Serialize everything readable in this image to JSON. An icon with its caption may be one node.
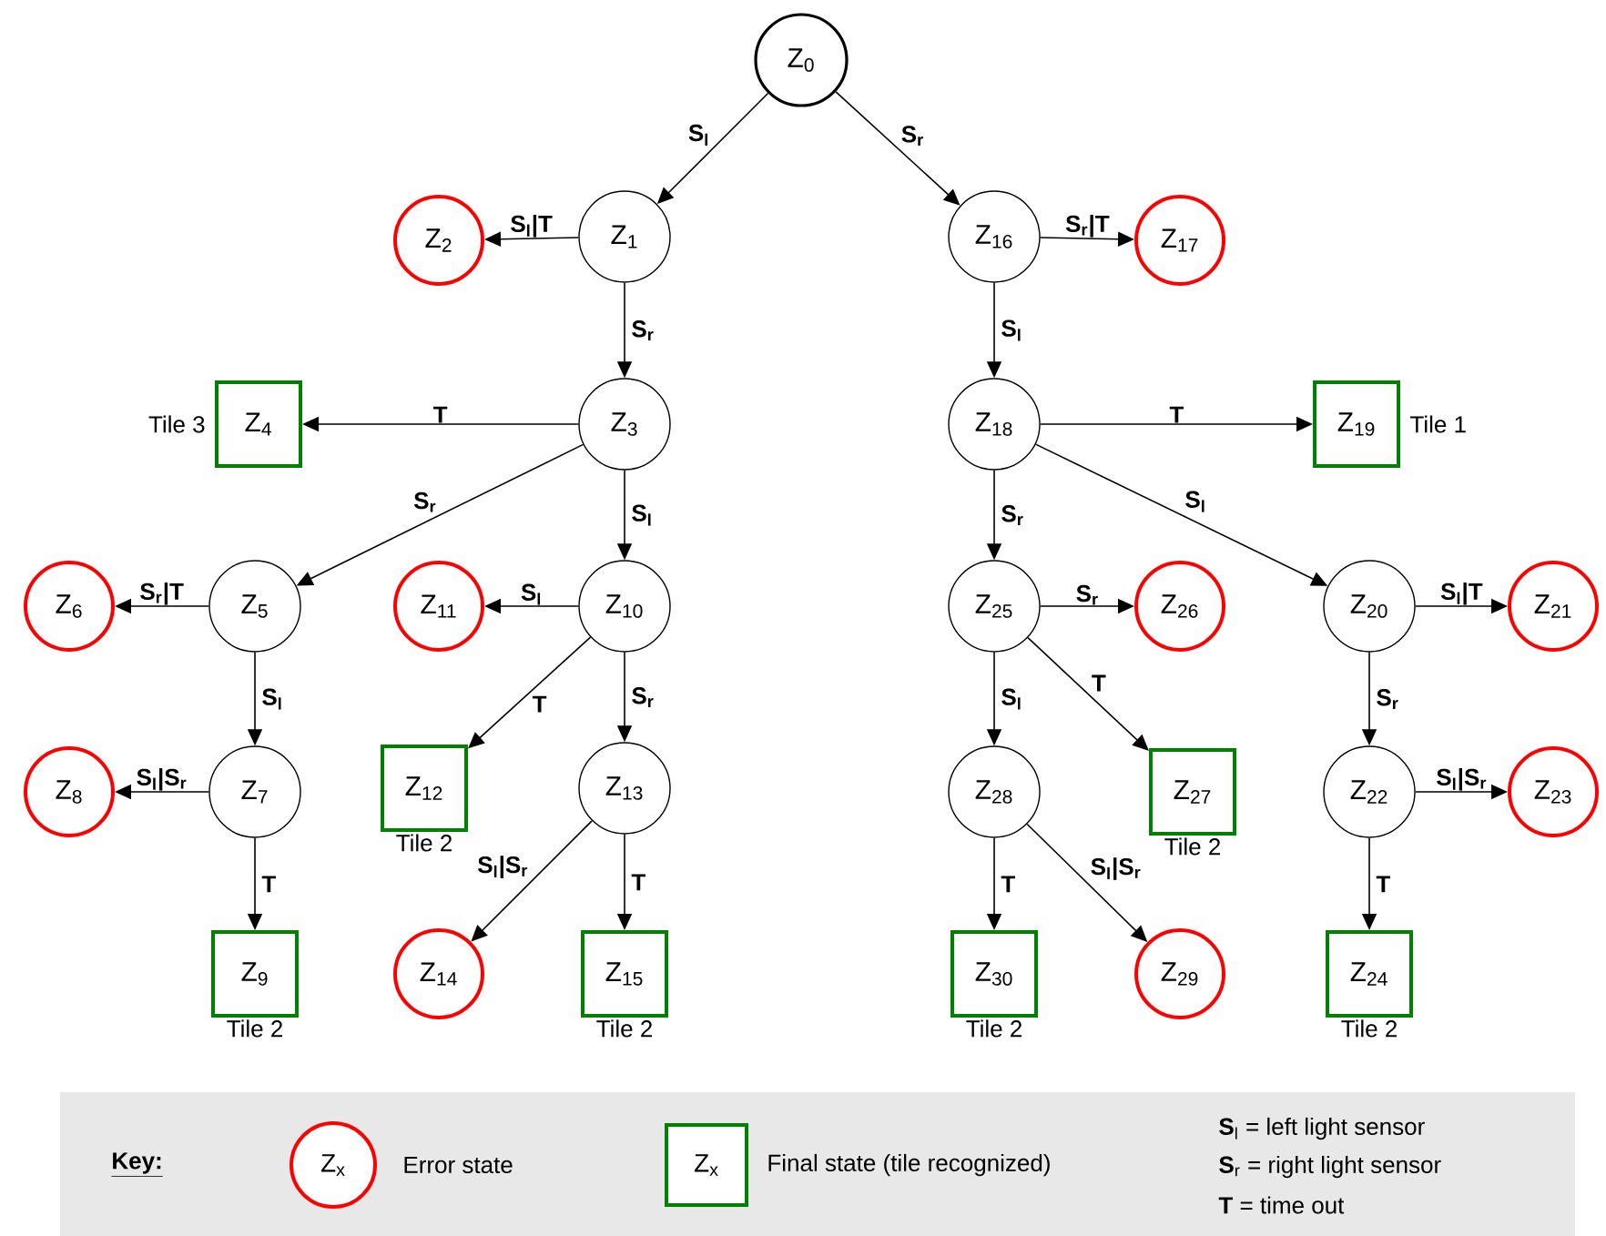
{
  "diagram": {
    "nodes": [
      {
        "text": [
          "Z$_{0}$"
        ]
      },
      {
        "text": [
          "Z$_{1}$"
        ]
      },
      {
        "text": [
          "Z$_{2}$"
        ]
      },
      {
        "text": [
          "Z$_{3}$"
        ]
      },
      {
        "text": [
          "Z$_{4}$"
        ],
        "beside": [
          "Tile 3"
        ]
      },
      {
        "text": [
          "Z$_{5}$"
        ]
      },
      {
        "text": [
          "Z$_{6}$"
        ]
      },
      {
        "text": [
          "Z$_{7}$"
        ]
      },
      {
        "text": [
          "Z$_{8}$"
        ]
      },
      {
        "text": [
          "Z$_{9}$"
        ],
        "beside": [
          "Tile 2"
        ]
      },
      {
        "text": [
          "Z$_{10}$"
        ]
      },
      {
        "text": [
          "Z$_{11}$"
        ]
      },
      {
        "text": [
          "Z$_{12}$"
        ],
        "beside": [
          "Tile 2"
        ]
      },
      {
        "text": [
          "Z$_{13}$"
        ]
      },
      {
        "text": [
          "Z$_{14}$"
        ]
      },
      {
        "text": [
          "Z$_{15}$"
        ],
        "beside": [
          "Tile 2"
        ]
      },
      {
        "text": [
          "Z$_{16}$"
        ]
      },
      {
        "text": [
          "Z$_{17}$"
        ]
      },
      {
        "text": [
          "Z$_{18}$"
        ]
      },
      {
        "text": [
          "Z$_{19}$"
        ],
        "beside": [
          "Tile 1"
        ]
      },
      {
        "text": [
          "Z$_{20}$"
        ]
      },
      {
        "text": [
          "Z$_{21}$"
        ]
      },
      {
        "text": [
          "Z$_{22}$"
        ]
      },
      {
        "text": [
          "Z$_{23}$"
        ]
      },
      {
        "text": [
          "Z$_{24}$"
        ],
        "beside": [
          "Tile 2"
        ]
      },
      {
        "text": [
          "Z$_{25}$"
        ]
      },
      {
        "text": [
          "Z$_{26}$"
        ]
      },
      {
        "text": [
          "Z$_{27}$"
        ],
        "beside": [
          "Tile 2"
        ]
      },
      {
        "text": [
          "Z$_{28}$"
        ]
      },
      {
        "text": [
          "Z$_{29}$"
        ]
      },
      {
        "text": [
          "Z$_{30}$"
        ],
        "beside": [
          "Tile 2"
        ]
      }
    ],
    "edges": [
      {
        "from": 0,
        "to": 1,
        "arrow": "to",
        "label": "S$_{l}$"
      },
      {
        "from": 0,
        "to": 16,
        "arrow": "to",
        "label": "S$_{r}$"
      },
      {
        "from": 1,
        "to": 2,
        "arrow": "to",
        "label": "S$_{l}$|T"
      },
      {
        "from": 1,
        "to": 3,
        "arrow": "to",
        "label": "S$_{r}$"
      },
      {
        "from": 3,
        "to": 4,
        "arrow": "to",
        "label": "T"
      },
      {
        "from": 3,
        "to": 5,
        "arrow": "to",
        "label": "S$_{r}$"
      },
      {
        "from": 3,
        "to": 10,
        "arrow": "to",
        "label": "S$_{l}$"
      },
      {
        "from": 5,
        "to": 6,
        "arrow": "to",
        "label": "S$_{r}$|T"
      },
      {
        "from": 5,
        "to": 7,
        "arrow": "to",
        "label": "S$_{l}$"
      },
      {
        "from": 7,
        "to": 8,
        "arrow": "to",
        "label": "S$_{l}$|S$_{r}$"
      },
      {
        "from": 7,
        "to": 9,
        "arrow": "to",
        "label": "T"
      },
      {
        "from": 10,
        "to": 11,
        "arrow": "to",
        "label": "S$_{l}$"
      },
      {
        "from": 10,
        "to": 12,
        "arrow": "to",
        "label": "T"
      },
      {
        "from": 10,
        "to": 13,
        "arrow": "to",
        "label": "S$_{r}$"
      },
      {
        "from": 13,
        "to": 14,
        "arrow": "to",
        "label": "S$_{l}$|S$_{r}$"
      },
      {
        "from": 13,
        "to": 15,
        "arrow": "to",
        "label": "T"
      },
      {
        "from": 16,
        "to": 17,
        "arrow": "to",
        "label": "S$_{r}$|T"
      },
      {
        "from": 16,
        "to": 18,
        "arrow": "to",
        "label": "S$_{l}$"
      },
      {
        "from": 18,
        "to": 19,
        "arrow": "to",
        "label": "T"
      },
      {
        "from": 18,
        "to": 25,
        "arrow": "to",
        "label": "S$_{r}$"
      },
      {
        "from": 18,
        "to": 20,
        "arrow": "to",
        "label": "S$_{l}$"
      },
      {
        "from": 25,
        "to": 26,
        "arrow": "to",
        "label": "S$_{r}$"
      },
      {
        "from": 25,
        "to": 27,
        "arrow": "to",
        "label": "T"
      },
      {
        "from": 25,
        "to": 28,
        "arrow": "to",
        "label": "S$_{l}$"
      },
      {
        "from": 28,
        "to": 30,
        "arrow": "to",
        "label": "T"
      },
      {
        "from": 28,
        "to": 29,
        "arrow": "to",
        "label": "S$_{l}$|S$_{r}$"
      },
      {
        "from": 20,
        "to": 21,
        "arrow": "to",
        "label": "S$_{l}$|T"
      },
      {
        "from": 20,
        "to": 22,
        "arrow": "to",
        "label": "S$_{r}$"
      },
      {
        "from": 22,
        "to": 23,
        "arrow": "to",
        "label": "S$_{l}$|S$_{r}$"
      },
      {
        "from": 22,
        "to": 24,
        "arrow": "to",
        "label": "T"
      }
    ],
    "labels": [
      "Key:",
      "Z$_{x}$",
      "Z$_{x}$",
      "**S**$_{l}$ = left light sensor",
      "**S**$_{r}$ = right light sensor",
      "**T** = time out"
    ],
    "legend": [
      {
        "text": "Error state"
      },
      {
        "text": "Final state (tile recognized)"
      }
    ]
  }
}
